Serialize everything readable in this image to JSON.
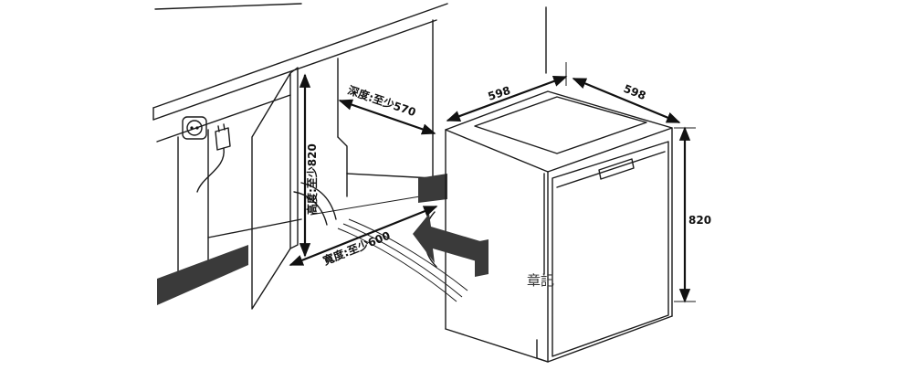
{
  "labels": {
    "depth": "深度:至少570",
    "height": "高度:至少820",
    "width": "寬度:至少600",
    "top_width": "598",
    "top_depth": "598",
    "unit_height": "820",
    "watermark": "章記"
  }
}
